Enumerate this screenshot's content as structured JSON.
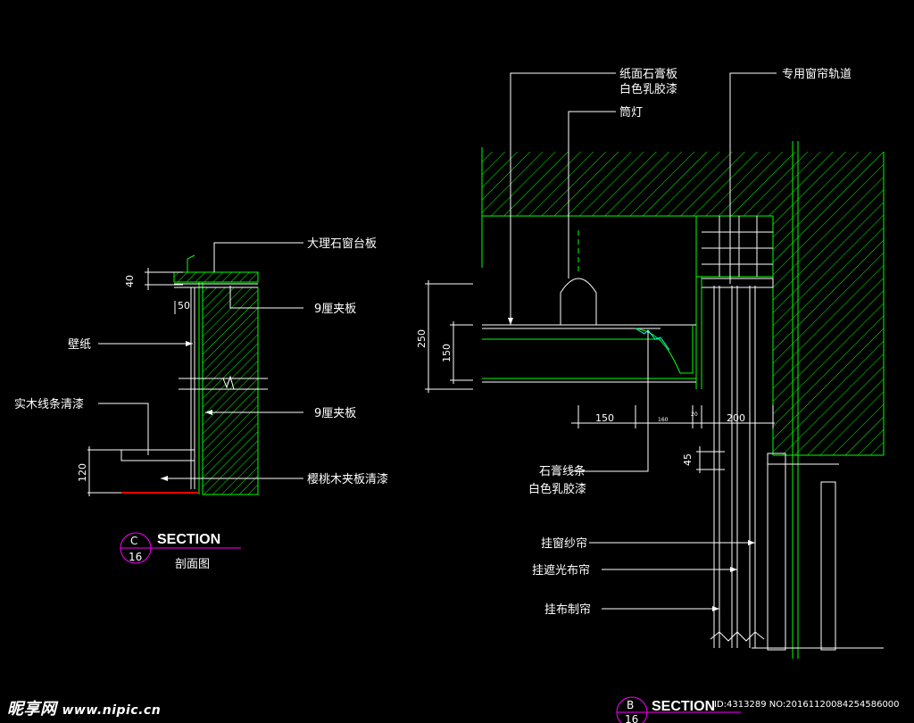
{
  "section_c": {
    "badge_top": "C",
    "badge_bottom": "16",
    "title": "SECTION",
    "subtitle": "剖面图",
    "labels": {
      "marble_sill": "大理石窗台板",
      "plywood_1": "9厘夹板",
      "wallpaper": "壁纸",
      "solid_wood": "实木线条清漆",
      "plywood_2": "9厘夹板",
      "cherry_ply": "樱桃木夹板清漆"
    },
    "dims": {
      "d40": "40",
      "d50": "50",
      "d120": "120"
    }
  },
  "section_b": {
    "badge_top": "B",
    "badge_bottom": "16",
    "title": "SECTION",
    "labels": {
      "gypsum_board": "纸面石膏板",
      "white_latex_1": "白色乳胶漆",
      "downlight": "筒灯",
      "curtain_track": "专用窗帘轨道",
      "gypsum_line": "石膏线条",
      "white_latex_2": "白色乳胶漆",
      "sheer_curtain": "挂窗纱帘",
      "blackout_curtain": "挂遮光布帘",
      "fabric_curtain": "挂布制帘"
    },
    "dims": {
      "d250": "250",
      "d150v": "150",
      "d150h": "150",
      "d160": "160",
      "d20": "20",
      "d200": "200",
      "d45": "45"
    }
  },
  "footer": {
    "watermark": "昵享网",
    "url": "www.nipic.cn",
    "id": "ID:4313289 NO:20161120084254586000"
  },
  "colors": {
    "line": "#00ff00",
    "text": "#ffffff",
    "accent": "#ff00ff",
    "aux": "#00ffff"
  }
}
